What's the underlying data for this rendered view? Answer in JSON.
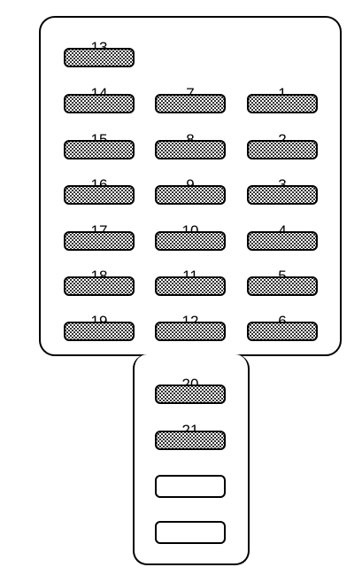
{
  "fuse_box": {
    "main_panel": {
      "fuses": [
        {
          "label": "13"
        },
        {
          "label": "14"
        },
        {
          "label": "7"
        },
        {
          "label": "1"
        },
        {
          "label": "15"
        },
        {
          "label": "8"
        },
        {
          "label": "2"
        },
        {
          "label": "16"
        },
        {
          "label": "9"
        },
        {
          "label": "3"
        },
        {
          "label": "17"
        },
        {
          "label": "10"
        },
        {
          "label": "4"
        },
        {
          "label": "18"
        },
        {
          "label": "11"
        },
        {
          "label": "5"
        },
        {
          "label": "19"
        },
        {
          "label": "12"
        },
        {
          "label": "6"
        }
      ]
    },
    "sub_panel": {
      "fuses": [
        {
          "label": "20"
        },
        {
          "label": "21"
        }
      ],
      "empty_slot_count": 2
    }
  }
}
